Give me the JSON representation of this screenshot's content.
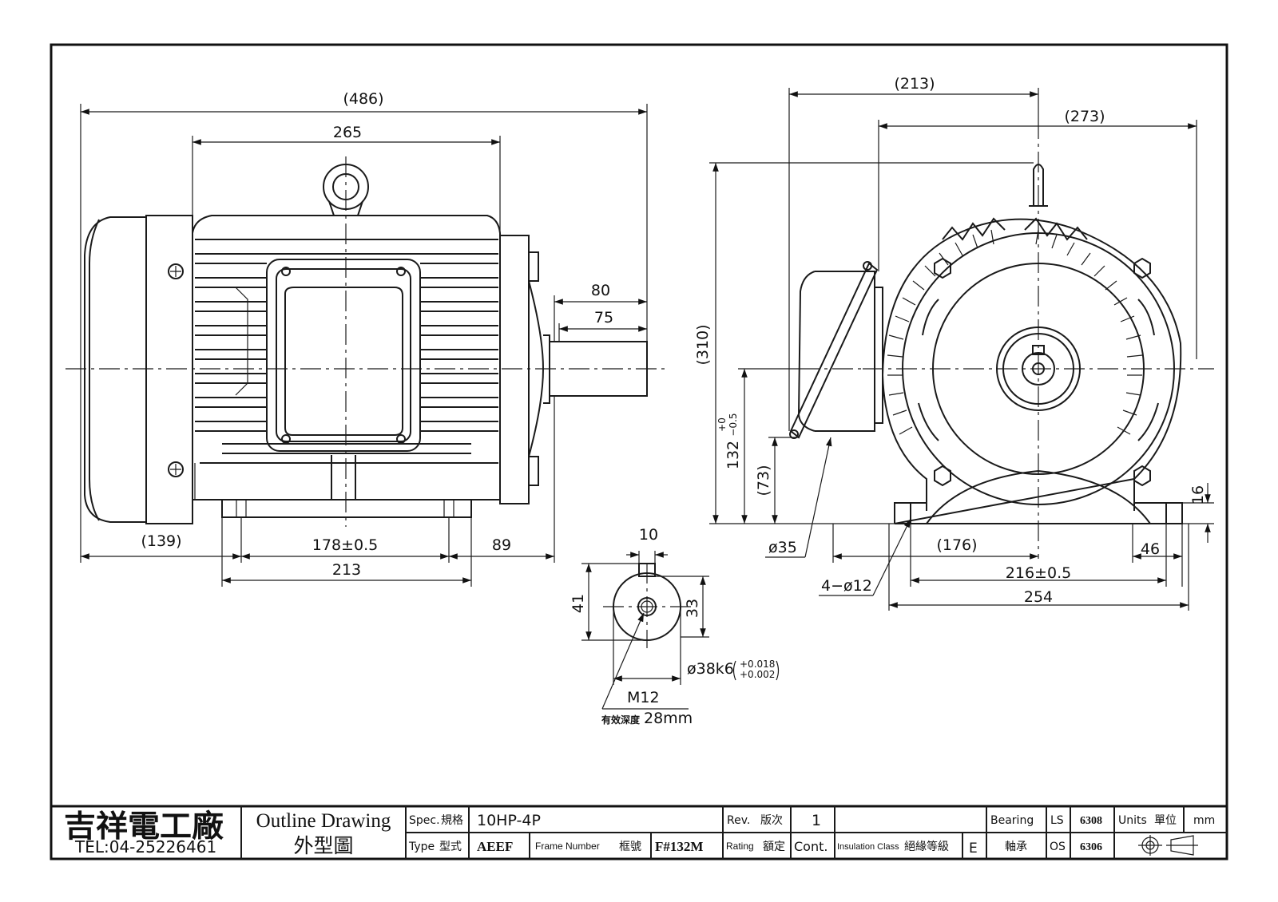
{
  "dimensions": {
    "side": {
      "overall": "(486)",
      "body": "265",
      "shaft_len": "80",
      "key_len": "75",
      "rear": "(139)",
      "foot_holes": "178±0.5",
      "front": "89",
      "foot_len": "213"
    },
    "front": {
      "top1": "(213)",
      "top2": "(273)",
      "height": "(310)",
      "shaft_h_main": "132",
      "shaft_h_tol": "+0\n−0.5",
      "shaft_h_tol_top": "+0",
      "shaft_h_tol_bot": "−0.5",
      "tb_h": "(73)",
      "foot_h": "16",
      "conduit": "ø35",
      "holes": "4−ø12",
      "half_base": "(176)",
      "edge": "46",
      "foot_holes": "216±0.5",
      "base": "254"
    },
    "shaft": {
      "key_w": "10",
      "h41": "41",
      "h33": "33",
      "dia": "ø38k6",
      "tol_up": "+0.018",
      "tol_dn": "+0.002",
      "thread": "M12",
      "depth_label": "有效深度",
      "depth_val": "28mm"
    }
  },
  "title_block": {
    "company": "吉祥電工廠",
    "tel": "TEL:04-25226461",
    "doc_title_en": "Outline Drawing",
    "doc_title_zh": "外型圖",
    "spec_label_en": "Spec.",
    "spec_label_zh": "規格",
    "spec_value": "10HP-4P",
    "rev_label_en": "Rev.",
    "rev_label_zh": "版次",
    "rev_value": "1",
    "bearing_label": "Bearing",
    "bearing_zh": "軸承",
    "ls_label": "LS",
    "ls_value": "6308",
    "os_label": "OS",
    "os_value": "6306",
    "units_label_en": "Units",
    "units_label_zh": "單位",
    "units_value": "mm",
    "type_label_en": "Type",
    "type_label_zh": "型式",
    "type_value": "AEEF",
    "frame_label_en": "Frame Number",
    "frame_label_zh": "框號",
    "frame_value": "F#132M",
    "rating_label_en": "Rating",
    "rating_label_zh": "額定",
    "rating_value": "Cont.",
    "insulation_label_en": "Insulation Class",
    "insulation_label_zh": "絕緣等級",
    "insulation_value": "E"
  }
}
